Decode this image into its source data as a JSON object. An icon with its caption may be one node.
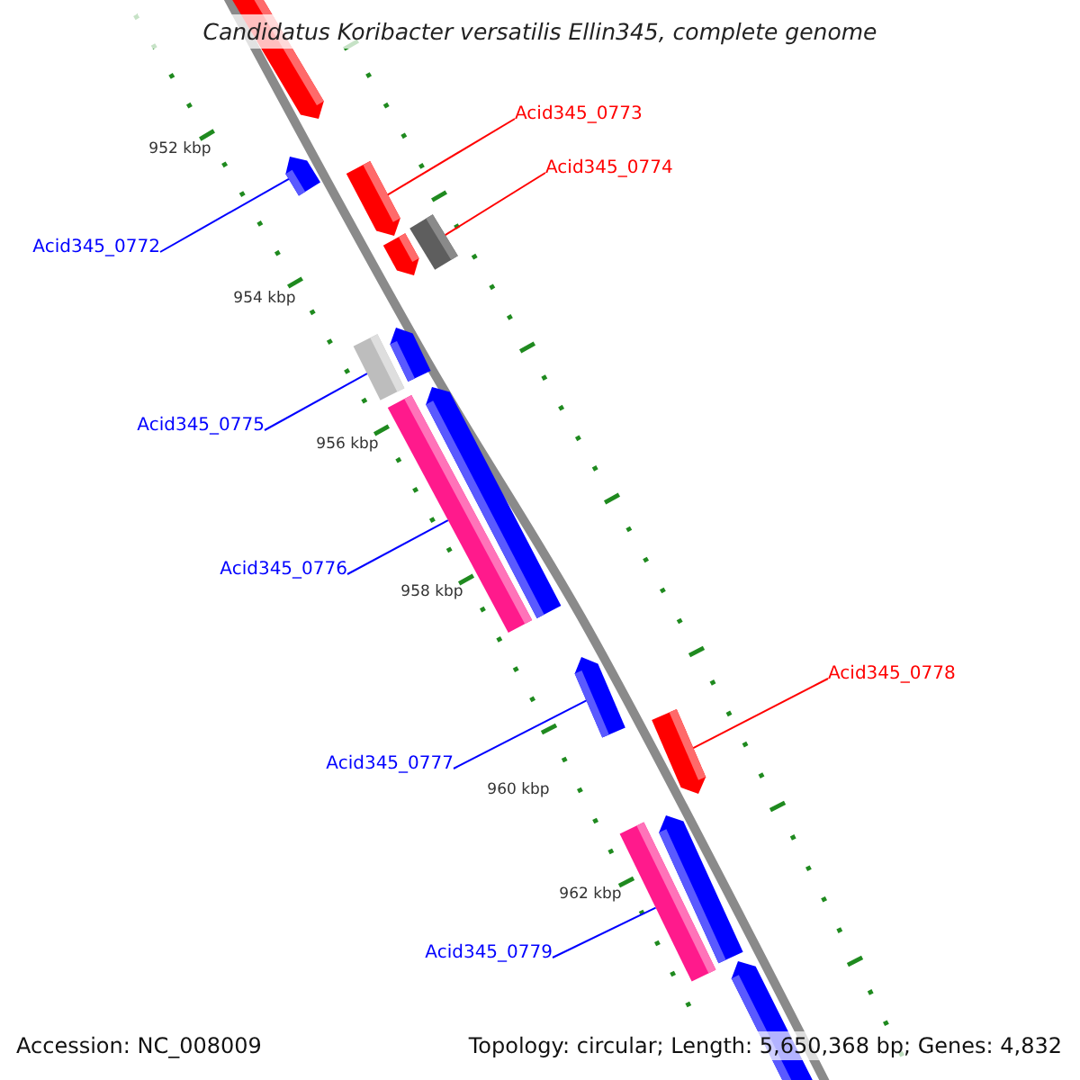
{
  "diagram": {
    "title": "Candidatus Koribacter versatilis Ellin345, complete genome",
    "nodes": [
      {
        "text": [
          "Acid345_0773"
        ]
      },
      {
        "text": [
          "Acid345_0774"
        ]
      },
      {
        "text": [
          "Acid345_0772"
        ]
      },
      {
        "text": [
          "Acid345_0775"
        ]
      },
      {
        "text": [
          "Acid345_0776"
        ]
      },
      {
        "text": [
          "Acid345_0778"
        ]
      },
      {
        "text": [
          "Acid345_0777"
        ]
      },
      {
        "text": [
          "Acid345_0779"
        ]
      },
      {
        "text": [],
        "shape": "bar"
      },
      {
        "text": [],
        "shape": "bar"
      },
      {
        "text": [],
        "shape": "bar"
      },
      {
        "text": [],
        "shape": "bar"
      },
      {
        "text": [],
        "shape": "bar"
      },
      {
        "text": [],
        "shape": "bar"
      },
      {
        "text": [],
        "shape": "bar"
      },
      {
        "text": [],
        "shape": "bar"
      },
      {
        "text": [],
        "shape": "bar"
      },
      {
        "text": [],
        "shape": "bar"
      },
      {
        "text": [],
        "shape": "bar"
      },
      {
        "text": [],
        "shape": "bar"
      },
      {
        "text": [],
        "shape": "bar"
      },
      {
        "text": [],
        "shape": "bar"
      }
    ],
    "edges": [
      {
        "from": 0,
        "to": 10,
        "arrow": "none",
        "color": "#ff0000"
      },
      {
        "from": 1,
        "to": 11,
        "arrow": "none",
        "color": "#ff0000"
      },
      {
        "from": 2,
        "to": 9,
        "arrow": "none"
      },
      {
        "from": 3,
        "to": 14,
        "arrow": "none"
      },
      {
        "from": 4,
        "to": 16,
        "arrow": "none"
      },
      {
        "from": 5,
        "to": 18,
        "arrow": "none",
        "color": "#ff0000"
      },
      {
        "from": 6,
        "to": 17,
        "arrow": "none"
      },
      {
        "from": 7,
        "to": 20,
        "arrow": "none"
      }
    ],
    "labels": [
      "952 kbp",
      "954 kbp",
      "956 kbp",
      "958 kbp",
      "960 kbp",
      "962 kbp",
      "Accession: NC_008009",
      "Topology: circular; Length: 5,650,368 bp; Genes: 4,832"
    ]
  }
}
